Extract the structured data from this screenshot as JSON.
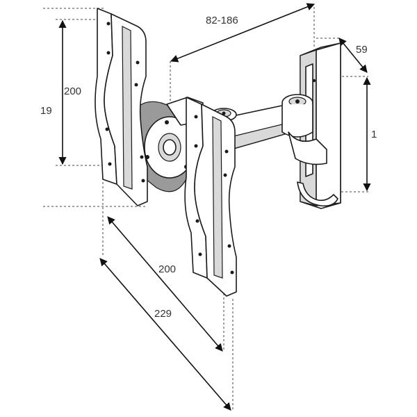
{
  "dimensions": {
    "arm_extension": "82-186",
    "wall_plate_depth": "59",
    "wall_plate_height": "1",
    "vesa_vertical_inner": "200",
    "vesa_vertical_outer": "19",
    "vesa_horizontal_inner": "200",
    "vesa_horizontal_outer": "229"
  },
  "colors": {
    "line": "#111111",
    "text": "#333333",
    "shade": "#d9d9d9",
    "background": "#ffffff"
  }
}
